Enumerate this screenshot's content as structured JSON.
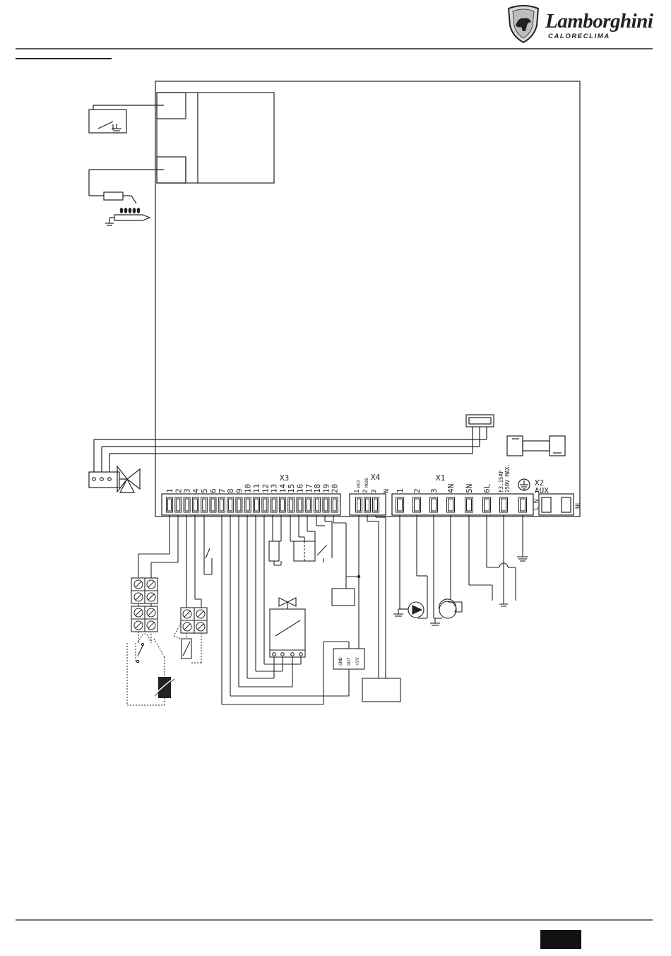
{
  "header": {
    "brand": "Lamborghini",
    "sub_brand": "CALORECLIMA"
  },
  "diagram": {
    "connectors": {
      "x3": "X3",
      "x4": "X4",
      "x1": "X1",
      "x2": "X2",
      "aux": "AUX"
    },
    "x3_terminals": [
      "1",
      "2",
      "3",
      "4",
      "5",
      "6",
      "7",
      "8",
      "9",
      "10",
      "11",
      "12",
      "13",
      "14",
      "15",
      "16",
      "17",
      "18",
      "19",
      "20"
    ],
    "x4_terminals": [
      "1",
      "2",
      "3"
    ],
    "x4_sub_labels": [
      "RST",
      "MODE"
    ],
    "x1_terminals": [
      "1",
      "2",
      "3",
      "4N",
      "5N",
      "6L"
    ],
    "fuse_label": "F3.15AF",
    "fuse_rating": "250V MAX.",
    "x2_terminal_labels": [
      "N",
      "L"
    ],
    "x2_right_label": "NL",
    "x4_n_label": "N",
    "sensor_module_labels": [
      "GND",
      "OUT",
      "+5V"
    ],
    "ground_symbol": "⏚"
  },
  "colors": {
    "line": "#1a1a1a",
    "background": "#ffffff"
  }
}
